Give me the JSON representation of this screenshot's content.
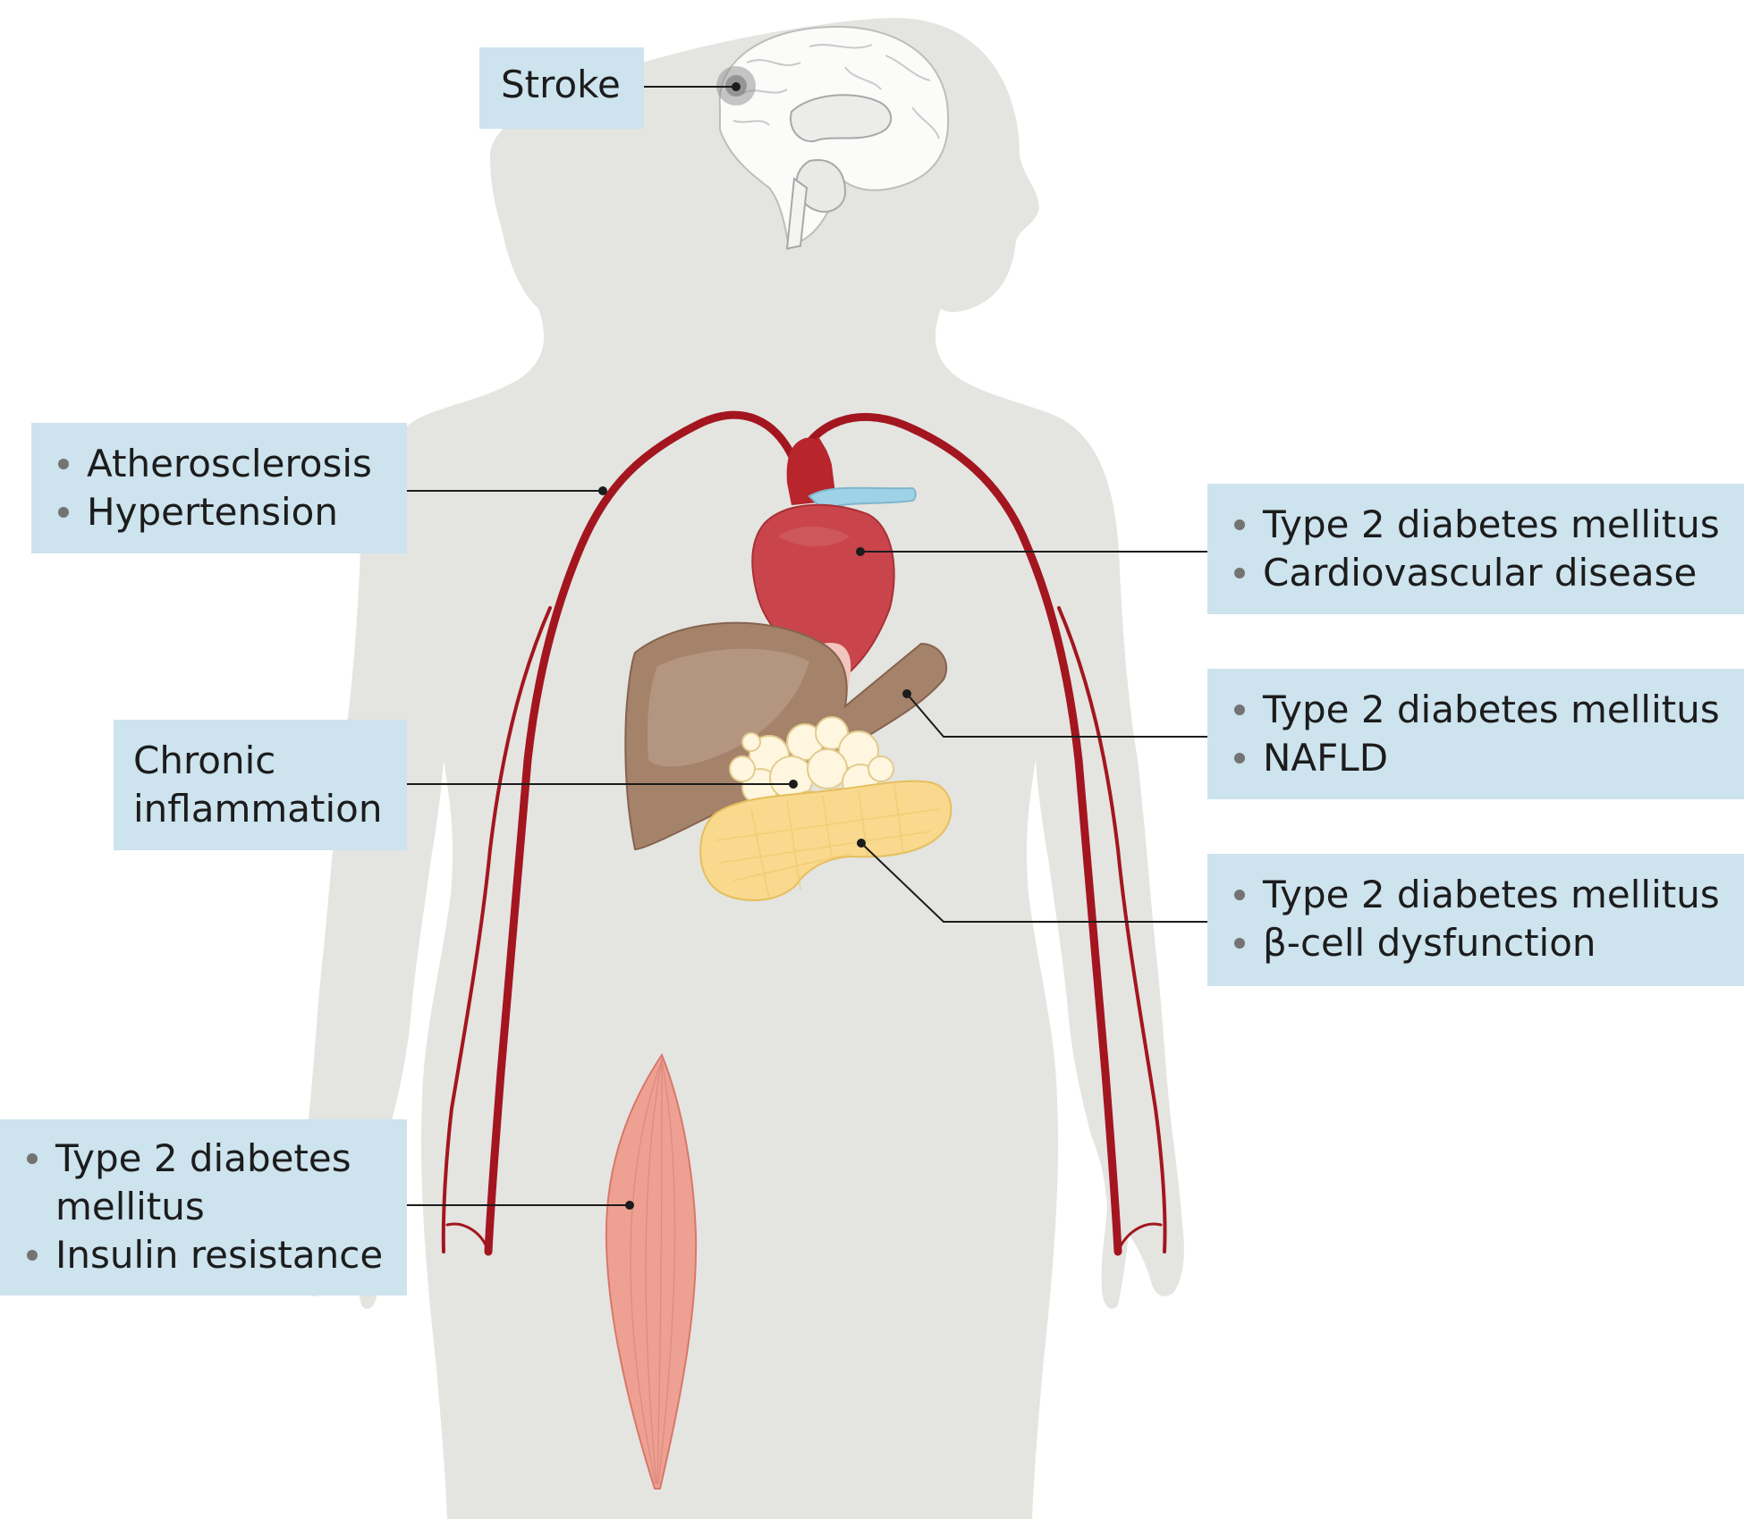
{
  "colors": {
    "body": "#e4e4e1",
    "callout_bg": "#cde3ee",
    "artery": "#a3161f",
    "heart": "#c9454b",
    "liver": "#a5826a",
    "fat": "#fff6df",
    "pancreas": "#f8d98e",
    "muscle": "#eea193",
    "vein": "#9fd2e6"
  },
  "callouts": {
    "stroke": {
      "text": "Stroke"
    },
    "vascular": {
      "items": [
        "Atherosclerosis",
        "Hypertension"
      ]
    },
    "heart": {
      "items": [
        "Type 2 diabetes mellitus",
        "Cardiovascular disease"
      ]
    },
    "liver": {
      "items": [
        "Type 2 diabetes mellitus",
        "NAFLD"
      ]
    },
    "inflammation": {
      "lines": [
        "Chronic",
        "inflammation"
      ]
    },
    "pancreas": {
      "items": [
        "Type 2 diabetes mellitus",
        "β-cell dysfunction"
      ]
    },
    "muscle": {
      "items": [
        "Type 2 diabetes",
        "mellitus",
        "Insulin resistance"
      ]
    }
  },
  "organs": [
    "brain",
    "arteries",
    "heart",
    "liver",
    "adipose-tissue",
    "pancreas",
    "skeletal-muscle"
  ]
}
